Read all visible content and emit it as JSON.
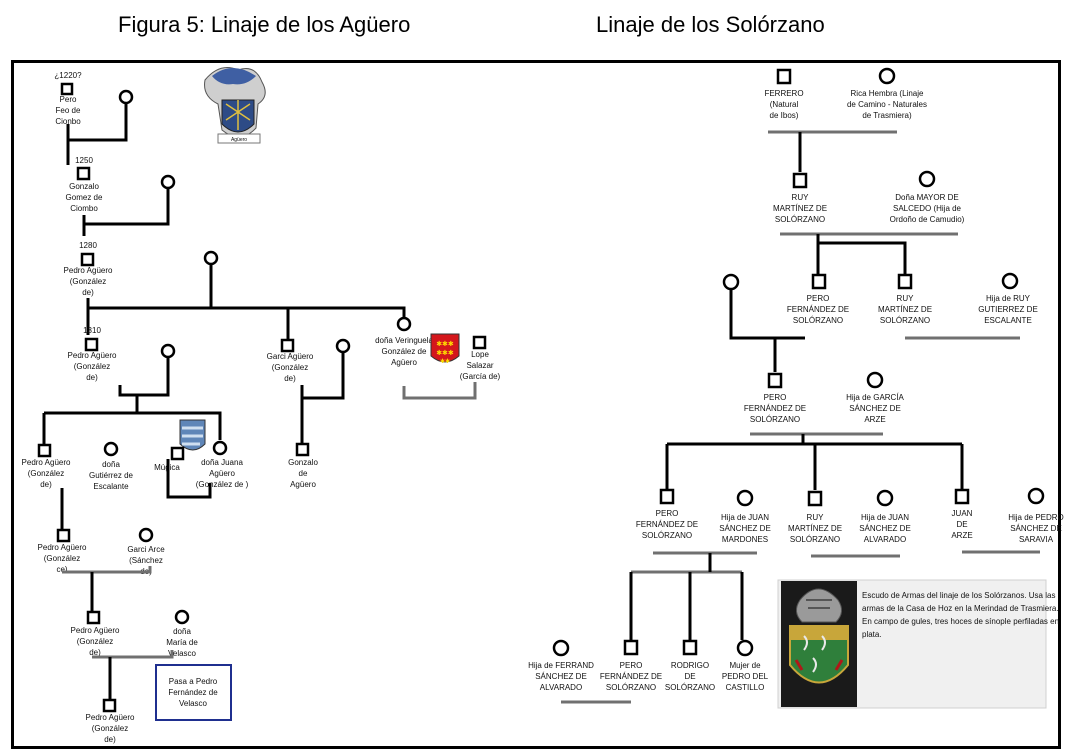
{
  "captions": {
    "left": "Figura 5: Linaje de los Agüero",
    "right": "Linaje de los Solórzano"
  },
  "left_tree": {
    "labels": {
      "year_0": "¿1220?",
      "pero_feo": [
        "Pero",
        "Feo de",
        "Cionbo"
      ],
      "year_1250": "1250",
      "gonzalo": [
        "Gonzalo",
        "Gomez de",
        "Ciombo"
      ],
      "year_1280": "1280",
      "pedro_1": [
        "Pedro Agüero",
        "(González",
        "de)"
      ],
      "year_1310": "1310",
      "pedro_2": [
        "Pedro Agüero",
        "(González",
        "de)"
      ],
      "garci": [
        "Garci Agüero",
        "(González",
        "de)"
      ],
      "veringuela": [
        "doña Veringuela",
        "González de",
        "Agüero"
      ],
      "lope": [
        "Lope",
        "Salazar",
        "(García de)"
      ],
      "pedro_3": [
        "Pedro Agüero",
        "(González",
        "de)"
      ],
      "dona_gutierrez": [
        "doña",
        "Gutiérrez de",
        "Escalante"
      ],
      "mugica": [
        "Múgica"
      ],
      "juana": [
        "doña Juana",
        "Agüero",
        "(González de )"
      ],
      "gonzalo_aguero": [
        "Gonzalo",
        "de",
        "Agüero"
      ],
      "pedro_4": [
        "Pedro Agüero",
        "(González",
        "ce)"
      ],
      "garci_arce": [
        "Garci Arce",
        "(Sánchez",
        "de)"
      ],
      "pedro_5": [
        "Pedro Agüero",
        "(González",
        "de)"
      ],
      "maria": [
        "doña",
        "María de",
        "Velasco"
      ],
      "pedro_6": [
        "Pedro Agüero",
        "(González",
        "de)"
      ],
      "pasa": [
        "Pasa a Pedro",
        "Fernández de",
        "Velasco"
      ],
      "crest_caption": "Agüero"
    }
  },
  "right_tree": {
    "labels": {
      "ferrero": [
        "FERRERO",
        "(Natural",
        "de Ibos)"
      ],
      "rica": [
        "Rica Hembra (Linaje",
        "de Camino - Naturales",
        "de Trasmiera)"
      ],
      "ruy_1": [
        "RUY",
        "MARTÍNEZ DE",
        "SOLÓRZANO"
      ],
      "mayor": [
        "Doña MAYOR DE",
        "SALCEDO  (Hija de",
        "Ordoño de Camudio)"
      ],
      "pero_1": [
        "PERO",
        "FERNÁNDEZ DE",
        "SOLÓRZANO"
      ],
      "ruy_2": [
        "RUY",
        "MARTÍNEZ DE",
        "SOLÓRZANO"
      ],
      "hija_ruy": [
        "Hija de RUY",
        "GUTIERREZ DE",
        "ESCALANTE"
      ],
      "pero_2": [
        "PERO",
        "FERNÁNDEZ DE",
        "SOLÓRZANO"
      ],
      "hija_garcia": [
        "Hija de GARCÍA",
        "SÁNCHEZ DE",
        "ARZE"
      ],
      "pero_3": [
        "PERO",
        "FERNÁNDEZ DE",
        "SOLÓRZANO"
      ],
      "hija_juan_m": [
        "Hija de JUAN",
        "SÁNCHEZ DE",
        "MARDONES"
      ],
      "ruy_3": [
        "RUY",
        "MARTÍNEZ DE",
        "SOLÓRZANO"
      ],
      "hija_juan_a": [
        "Hija de JUAN",
        "SÁNCHEZ DE",
        "ALVARADO"
      ],
      "juan_arze": [
        "JUAN",
        "DE",
        "ARZE"
      ],
      "hija_pedro": [
        "Hija de PEDRO",
        "SÁNCHEZ DE",
        "SARAVIA"
      ],
      "hija_ferrand": [
        "Hija de FERRAND",
        "SÁNCHEZ DE",
        "ALVARADO"
      ],
      "pero_4": [
        "PERO",
        "FERNÁNDEZ DE",
        "SOLÓRZANO"
      ],
      "rodrigo": [
        "RODRIGO",
        "DE",
        "SOLÓRZANO"
      ],
      "mujer": [
        "Mujer de",
        "PEDRO DEL",
        "CASTILLO"
      ],
      "escudo": [
        "Escudo de Armas del linaje de los Solórzanos. Usa las",
        "armas de la Casa de Hoz en la Merindad de Trasmiera.",
        "En campo de gules, tres hoces de sínople perfiladas en",
        "plata."
      ]
    }
  },
  "colors": {
    "line": "#000000",
    "grey_line": "#707070",
    "blue_box": "#1f2f8f",
    "red_shield": "#d4171c",
    "blue_shield": "#5f86b8"
  }
}
